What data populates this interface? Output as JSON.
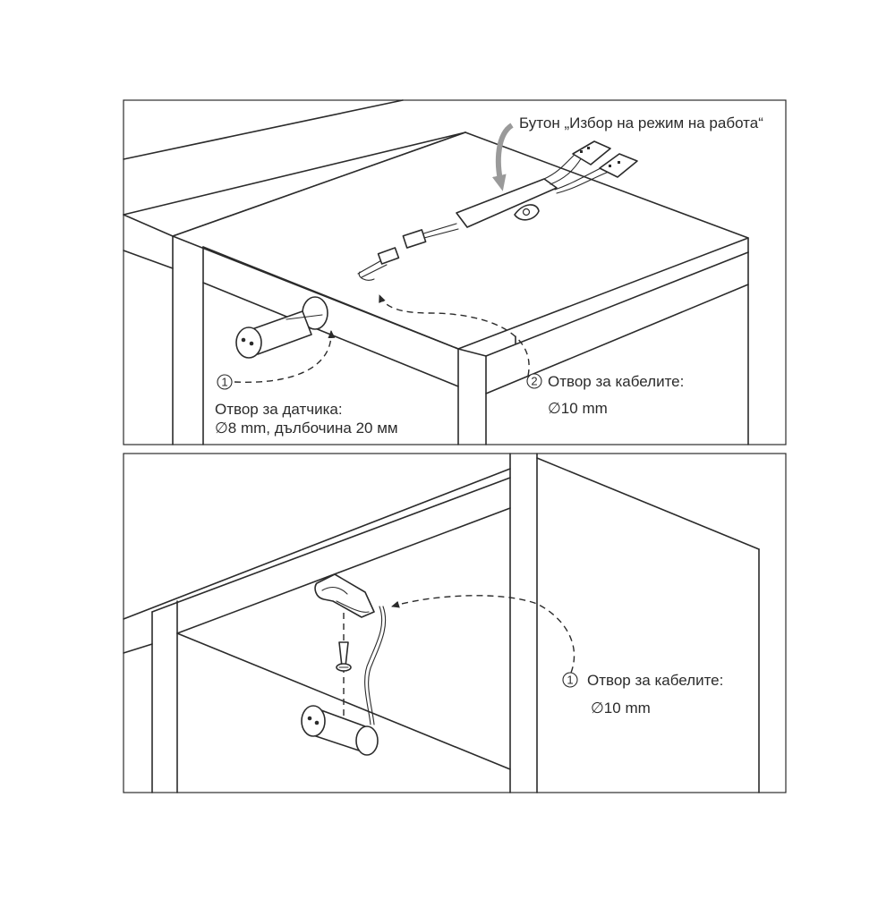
{
  "top_panel": {
    "button_label": "Бутон „Избор на режим на работа“",
    "callout_1": {
      "number": "1",
      "line1": "Отвор за датчика:",
      "line2": "∅8 mm, дълбочина 20 мм"
    },
    "callout_2": {
      "number": "2",
      "line1": "Отвор за кабелите:",
      "line2": "∅10 mm"
    }
  },
  "bottom_panel": {
    "callout_1": {
      "number": "1",
      "line1": "Отвор за кабелите:",
      "line2": "∅10 mm"
    }
  },
  "colors": {
    "line": "#2b2b2b",
    "arrow_gray": "#9a9a9a",
    "background": "#ffffff"
  }
}
